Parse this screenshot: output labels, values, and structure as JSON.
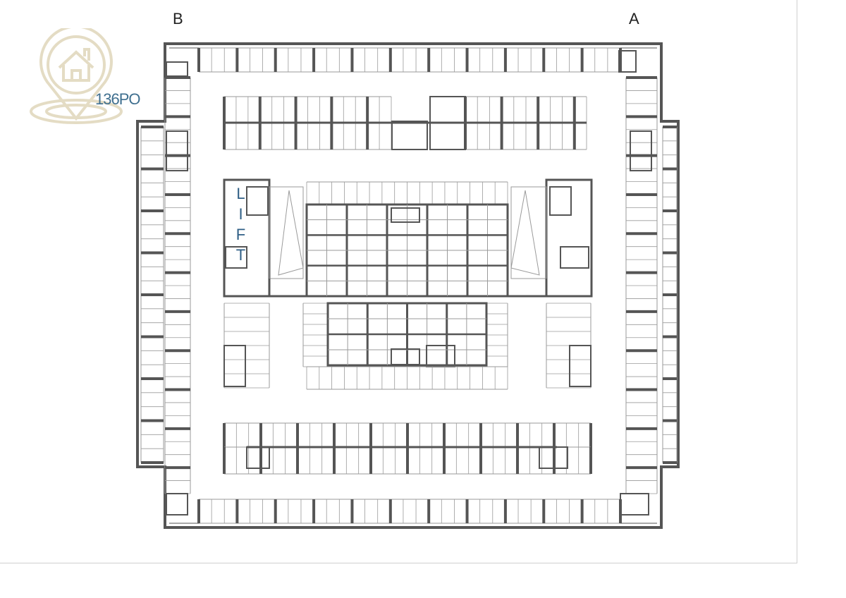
{
  "corner_labels": {
    "left": "B",
    "right": "A"
  },
  "logo": {
    "text": "136PO",
    "icon": "house-pin-icon",
    "color": "#e4dcc4",
    "text_color": "#3f6f8f"
  },
  "plan": {
    "lift_label": "LIFT",
    "wall_color": "#555555",
    "line_color": "#9a9a9a"
  }
}
